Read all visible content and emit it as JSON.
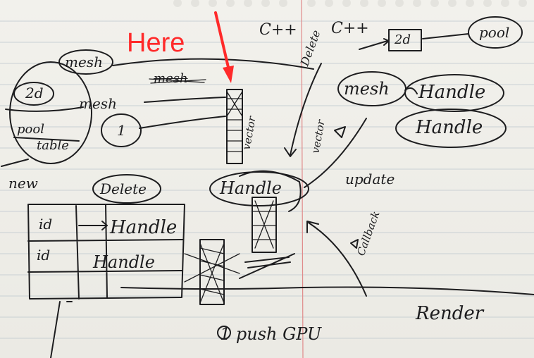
{
  "annotation": {
    "text": "Here",
    "color": "#ff2a2a"
  },
  "notes": {
    "mesh_top": "mesh",
    "mesh_left": "mesh",
    "mesh_crossed": "mesh",
    "mesh_right": "mesh",
    "ref_top": "2d",
    "ref_top_right": "2d",
    "pool": "pool",
    "cpp_left": "C++",
    "cpp_right": "C++",
    "delete_rotated": "Delete",
    "vector_top": "vector",
    "vector_mid": "vector",
    "handle_1": "Handle",
    "handle_2": "Handle",
    "handle_center": "Handle",
    "handle_table_1": "Handle",
    "handle_table_2": "Handle",
    "id_1": "id",
    "id_2": "id",
    "one": "1",
    "pool_left": "pool",
    "table_left": "table",
    "new": "new",
    "delete_table": "Delete",
    "update": "update",
    "callback": "Callback",
    "render": "Render",
    "push_gpu": "1 push GPU"
  },
  "colors": {
    "paper": "#efeee9",
    "ink": "#1d1d1f",
    "rule": "#c9d0d4",
    "margin": "#e08a8a",
    "arrow": "#ff2a2a"
  }
}
